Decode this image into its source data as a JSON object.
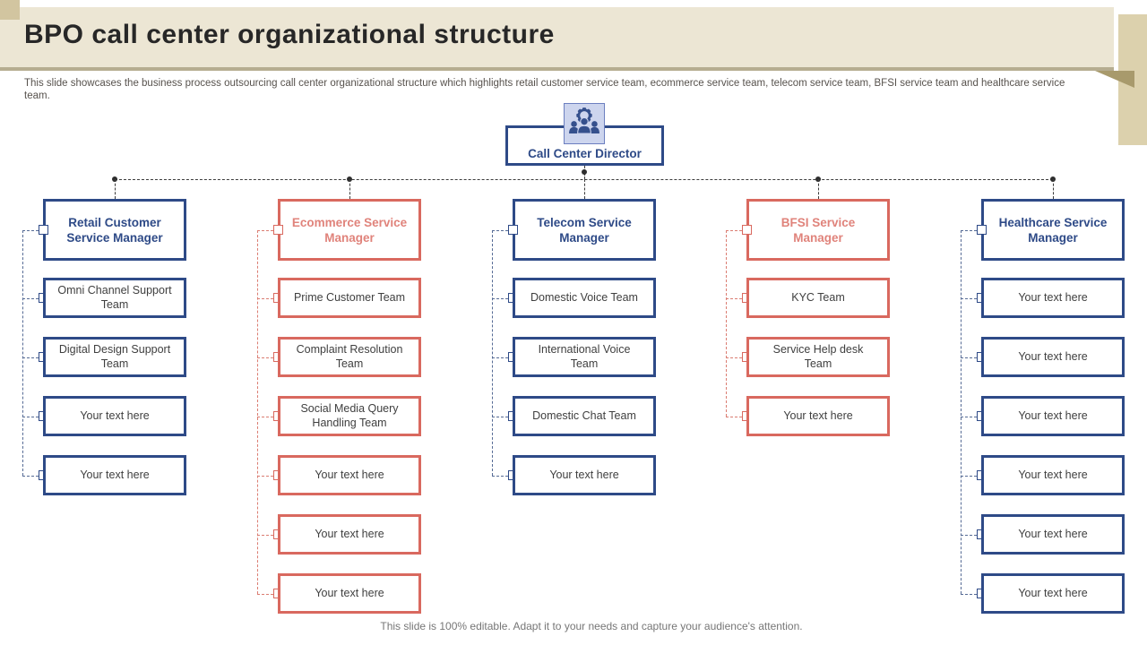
{
  "slide": {
    "title": "BPO call center organizational structure",
    "subtitle": "This slide showcases the business process outsourcing call center organizational structure which highlights retail customer service team, ecommerce service team, telecom service team, BFSI service team and healthcare service team.",
    "footer": "This slide is 100% editable. Adapt it to your needs and capture your audience's attention."
  },
  "colors": {
    "blue_border": "#2e4a87",
    "blue_text": "#2e4a87",
    "blue_rail": "#566b95",
    "red_border": "#d9695f",
    "red_text": "#e0837b",
    "red_rail": "#db7d72",
    "band": "#ece6d4",
    "band_edge": "#b6ad90",
    "corner_tan": "#d2c5a0",
    "right_block_tan": "#dcd1ad",
    "fold_tan": "#a89a6c",
    "connector_line": "#3c3c3c",
    "team_text": "#3f3f3f",
    "icon_bg": "#cdd5ee",
    "icon_glyph": "#35508d"
  },
  "org": {
    "director": {
      "label": "Call Center Director",
      "icon": "team-gear-icon"
    },
    "columns": [
      {
        "id": "retail",
        "accent": "blue",
        "manager": "Retail Customer Service Manager",
        "teams": [
          "Omni Channel Support Team",
          "Digital Design Support Team",
          "Your text here",
          "Your text here"
        ]
      },
      {
        "id": "ecommerce",
        "accent": "red",
        "manager": "Ecommerce Service Manager",
        "teams": [
          "Prime Customer Team",
          "Complaint Resolution Team",
          "Social Media Query Handling Team",
          "Your text here",
          "Your text here",
          "Your text here"
        ]
      },
      {
        "id": "telecom",
        "accent": "blue",
        "manager": "Telecom Service Manager",
        "teams": [
          "Domestic Voice Team",
          "International Voice Team",
          "Domestic Chat Team",
          "Your text here"
        ]
      },
      {
        "id": "bfsi",
        "accent": "red",
        "manager": "BFSI Service Manager",
        "teams": [
          "KYC Team",
          "Service Help desk Team",
          "Your text here"
        ]
      },
      {
        "id": "healthcare",
        "accent": "blue",
        "manager": "Healthcare Service Manager",
        "teams": [
          "Your text here",
          "Your text here",
          "Your text here",
          "Your text here",
          "Your text here",
          "Your text here"
        ]
      }
    ]
  }
}
